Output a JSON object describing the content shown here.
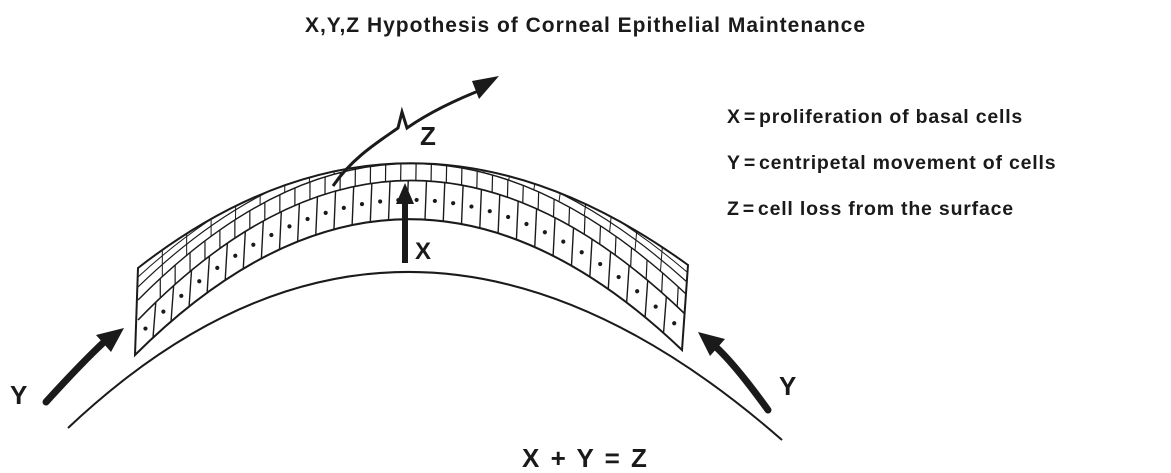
{
  "title": "X,Y,Z Hypothesis of Corneal Epithelial Maintenance",
  "legend": [
    {
      "symbol": "X",
      "eq": "=",
      "text": "proliferation of basal cells"
    },
    {
      "symbol": "Y",
      "eq": "=",
      "text": "centripetal movement of cells"
    },
    {
      "symbol": "Z",
      "eq": "=",
      "text": "cell loss from the surface"
    }
  ],
  "labels": {
    "x": "X",
    "z": "Z",
    "y_left": "Y",
    "y_right": "Y"
  },
  "equation": "X + Y = Z"
}
